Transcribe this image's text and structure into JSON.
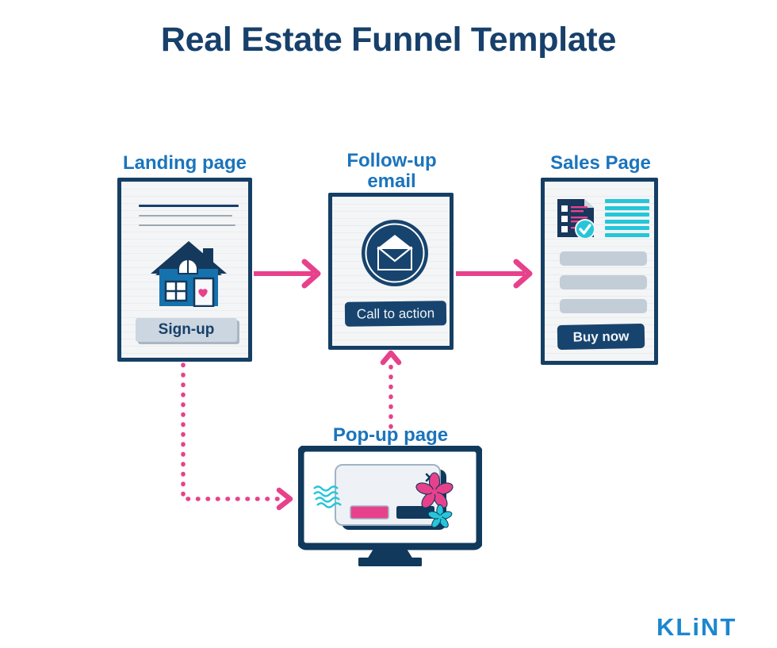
{
  "page": {
    "title": "Real Estate Funnel Template",
    "background": "#ffffff"
  },
  "colors": {
    "navy": "#153f64",
    "title_navy": "#17406b",
    "label_blue": "#1b74bd",
    "logo_blue": "#1b87cf",
    "pink": "#e8418c",
    "cyan": "#25c6d8",
    "house_blue": "#1572ad",
    "paper": "#f4f5f6",
    "gray_bar": "#c3cdd8",
    "signup_gray": "#ccd6e0"
  },
  "nodes": {
    "landing": {
      "label": "Landing page",
      "icon": "house-icon",
      "button_label": "Sign-up"
    },
    "email": {
      "label": "Follow-up email",
      "label_line1": "Follow-up",
      "label_line2": "email",
      "icon": "envelope-circle-icon",
      "button_label": "Call to action"
    },
    "sales": {
      "label": "Sales Page",
      "icon": "checklist-document-icon",
      "badge_icon": "check-badge-icon",
      "cyan_line_count": 6,
      "gray_bar_count": 3,
      "button_label": "Buy now"
    },
    "popup": {
      "label": "Pop-up page",
      "icon": "monitor-icon",
      "close_icon": "close-icon",
      "modal": {
        "primary_button_color": "#e8418c",
        "secondary_button_color": "#10395c",
        "decor": [
          "flower-pink-icon",
          "flower-teal-icon",
          "squiggle-cyan-icon"
        ]
      }
    }
  },
  "connectors": [
    {
      "name": "landing-to-email",
      "style": "solid",
      "color": "#e8418c",
      "direction": "right"
    },
    {
      "name": "email-to-sales",
      "style": "solid",
      "color": "#e8418c",
      "direction": "right"
    },
    {
      "name": "landing-to-popup",
      "style": "dotted",
      "color": "#e8418c",
      "direction": "right"
    },
    {
      "name": "popup-to-email",
      "style": "dotted",
      "color": "#e8418c",
      "direction": "up"
    }
  ],
  "logo": {
    "text": "KLiNT"
  }
}
